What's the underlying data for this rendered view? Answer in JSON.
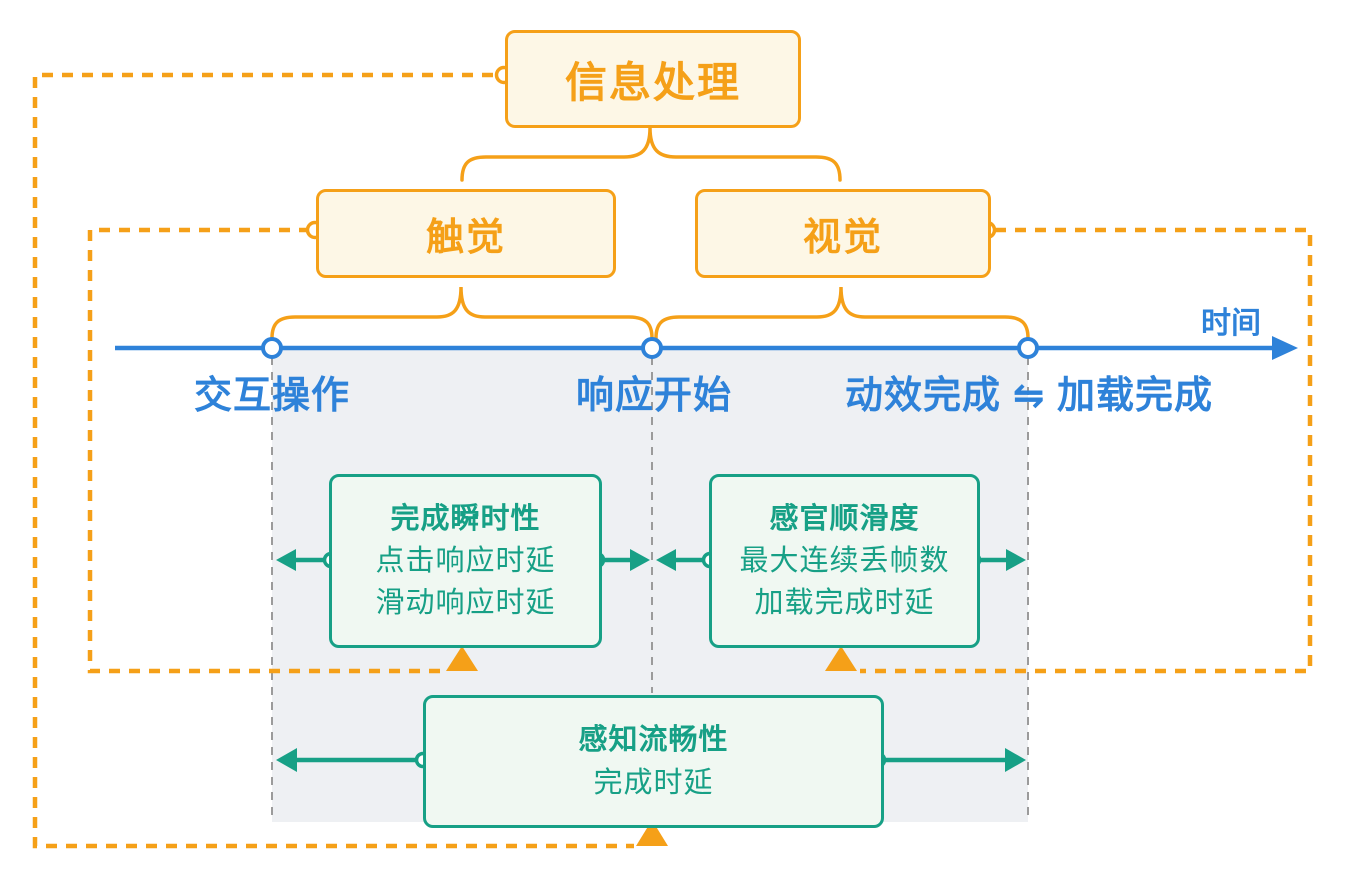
{
  "colors": {
    "orange": "#F5A018",
    "orange_box_fill": "#FDF7E6",
    "blue": "#2E82D9",
    "teal": "#17A086",
    "green_box_fill": "#F0F8F2",
    "region_fill": "#EEF0F3",
    "gray_dash": "#9B9B9B"
  },
  "root": {
    "label": "信息处理"
  },
  "branches": {
    "touch": {
      "label": "触觉"
    },
    "vision": {
      "label": "视觉"
    }
  },
  "timeline": {
    "axis_label": "时间",
    "events": [
      {
        "label": "交互操作"
      },
      {
        "label": "响应开始"
      },
      {
        "label": "动效完成 ⇋ 加载完成"
      }
    ]
  },
  "metrics": {
    "instant": {
      "title": "完成瞬时性",
      "items": [
        "点击响应时延",
        "滑动响应时延"
      ]
    },
    "smooth": {
      "title": "感官顺滑度",
      "items": [
        "最大连续丢帧数",
        "加载完成时延"
      ]
    },
    "fluency": {
      "title": "感知流畅性",
      "items": [
        "完成时延"
      ]
    }
  },
  "icons": {
    "anchor_circle": "circle-anchor",
    "arrow": "arrowhead"
  }
}
